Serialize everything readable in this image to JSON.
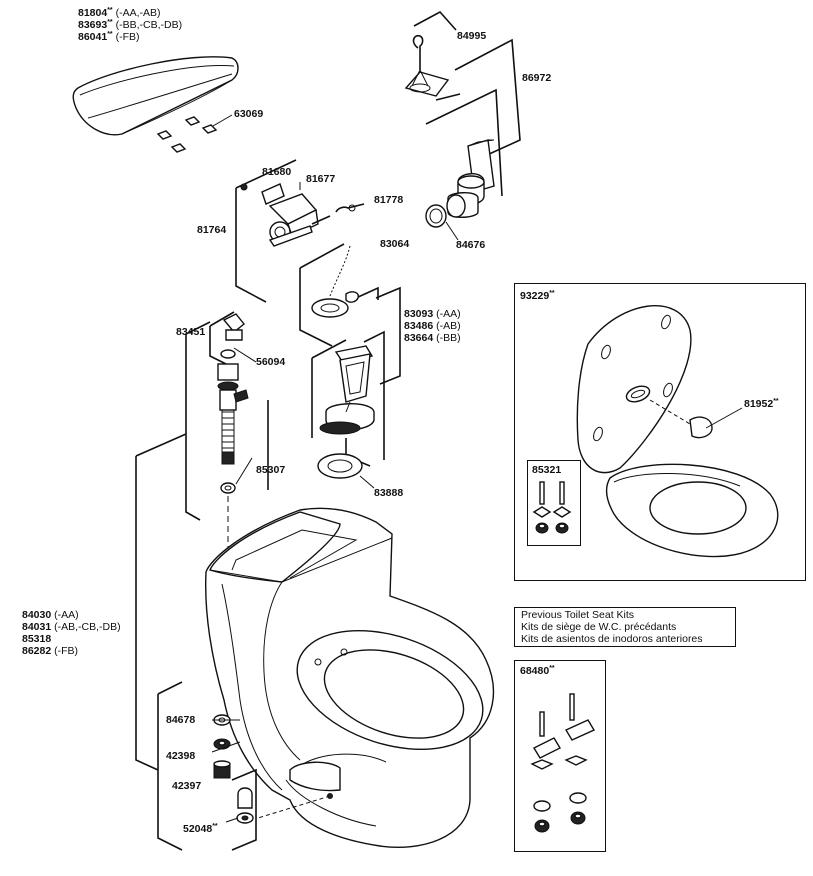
{
  "parts": {
    "lid": {
      "p1": {
        "num": "81804",
        "mark": "**",
        "variant": "(-AA,-AB)"
      },
      "p2": {
        "num": "83693",
        "mark": "**",
        "variant": "(-BB,-CB,-DB)"
      },
      "p3": {
        "num": "86041",
        "mark": "**",
        "variant": "(-FB)"
      }
    },
    "bumpers": "63069",
    "chain_hook": "84995",
    "overflow_tube": "86972",
    "flush_valve_seal": "84676",
    "screw": "81680",
    "bracket": "81677",
    "link": "81778",
    "trip_lever": "81764",
    "flapper": "83064",
    "valve_set": {
      "p1": {
        "num": "83093",
        "variant": "(-AA)"
      },
      "p2": {
        "num": "83486",
        "variant": "(-AB)"
      },
      "p3": {
        "num": "83664",
        "variant": "(-BB)"
      }
    },
    "cap": "83451",
    "washer_top": "56094",
    "washer_bottom": "85307",
    "gasket": "83888",
    "bowl": {
      "p1": {
        "num": "84030",
        "variant": "(-AA)"
      },
      "p2": {
        "num": "84031",
        "variant": "(-AB,-CB,-DB)"
      },
      "p3": {
        "num": "85318",
        "variant": ""
      },
      "p4": {
        "num": "86282",
        "variant": "(-FB)"
      }
    },
    "washer_a": "84678",
    "washer_b": "42398",
    "nut": "42397",
    "bolt_cap": {
      "num": "52048",
      "mark": "**"
    }
  },
  "seat_kit": {
    "num": "93229",
    "mark": "**"
  },
  "hinge_post": {
    "num": "81952",
    "mark": "**"
  },
  "seat_hardware": "85321",
  "previous_kits": {
    "line1": "Previous Toilet Seat Kits",
    "line2": "Kits de siège de W.C. précédants",
    "line3": "Kits de asientos de inodoros anteriores"
  },
  "old_hardware": {
    "num": "68480",
    "mark": "**"
  }
}
